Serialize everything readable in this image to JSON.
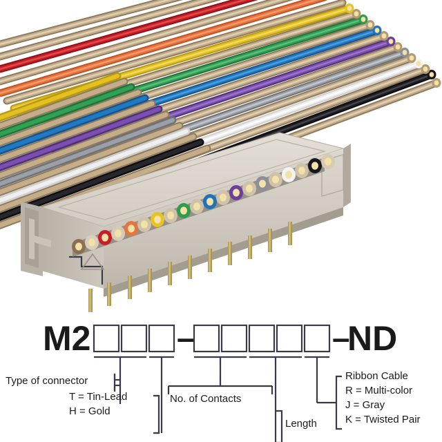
{
  "photo": {
    "alt_name": "ribbon-cable-idc-connector-photo",
    "connector": {
      "body_color": "#cfc9c0",
      "body_top_color": "#d9d4cb",
      "body_shadow_color": "#a9a298",
      "pin_color": "#c3ad68",
      "contact_centre_color": "#f2e2a8"
    },
    "wire_jacket_color": "#c5ae8d",
    "wire_colors": [
      "#8a6f55",
      "#d9cdbb",
      "#c62026",
      "#d8cbb6",
      "#e5743f",
      "#cfc2ab",
      "#e8c323",
      "#cfc2ab",
      "#2f9b4e",
      "#cfc2ab",
      "#1f72b8",
      "#cfc2ab",
      "#6b3f9e",
      "#cfc2ab",
      "#8c9096",
      "#cfc2ab",
      "#f2f2f2",
      "#cfc2ab",
      "#17161a",
      "#d8cbb6"
    ],
    "contact_count": 20
  },
  "part_number": {
    "prefix": "M2",
    "separator": "–",
    "suffix": "ND",
    "group1_boxes": 3,
    "group2_boxes": 5
  },
  "callouts": {
    "type_of_connector": "Type of connector",
    "plating_line1": "T = Tin-Lead",
    "plating_line2": "H = Gold",
    "no_of_contacts": "No. of Contacts",
    "length": "Length",
    "cable_line1": "Ribbon Cable",
    "cable_line2": "R = Multi-color",
    "cable_line3": "J = Gray",
    "cable_line4": "K = Twisted Pair"
  }
}
